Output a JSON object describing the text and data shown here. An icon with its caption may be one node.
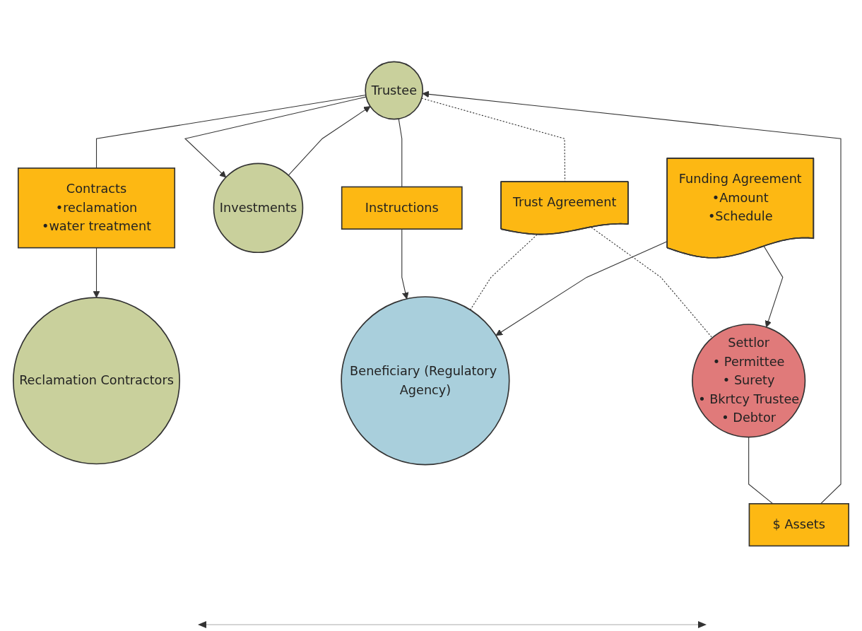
{
  "diagram": {
    "nodes": [
      {
        "text": [
          "Reclamation Contractors"
        ]
      },
      {
        "text": [
          "Contracts",
          "•reclamation",
          "•water treatment"
        ]
      },
      {
        "text": [
          "Trustee"
        ]
      },
      {
        "text": [
          "Investments"
        ]
      },
      {
        "text": [
          "Instructions"
        ]
      },
      {
        "text": [
          "$ Assets"
        ]
      },
      {
        "text": [
          "Trust Agreement"
        ]
      },
      {
        "text": [
          "Beneficiary (Regulatory Agency)"
        ]
      },
      {
        "text": [
          "Funding Agreement",
          "•Amount",
          "•Schedule"
        ]
      },
      {
        "text": [
          "Settlor",
          "• Permittee",
          "• Surety",
          "• Bkrtcy Trustee",
          "• Debtor"
        ]
      }
    ],
    "edges": [
      {
        "from": 2,
        "to": 1,
        "arrow": "none"
      },
      {
        "from": 1,
        "to": 0,
        "arrow": "to"
      },
      {
        "from": 2,
        "to": 3,
        "arrow": "to"
      },
      {
        "from": 3,
        "to": 2,
        "arrow": "to"
      },
      {
        "from": 2,
        "to": 4,
        "arrow": "none"
      },
      {
        "from": 4,
        "to": 7,
        "arrow": "to"
      },
      {
        "from": 9,
        "to": 5,
        "arrow": "none"
      },
      {
        "from": 5,
        "to": 2,
        "arrow": "to"
      },
      {
        "from": 2,
        "to": 6,
        "arrow": "none",
        "style": "dashed"
      },
      {
        "from": 6,
        "to": 7,
        "arrow": "none",
        "style": "dashed"
      },
      {
        "from": 6,
        "to": 9,
        "arrow": "none",
        "style": "dashed"
      },
      {
        "from": 8,
        "to": 7,
        "arrow": "to"
      },
      {
        "from": 8,
        "to": 9,
        "arrow": "to"
      }
    ]
  }
}
